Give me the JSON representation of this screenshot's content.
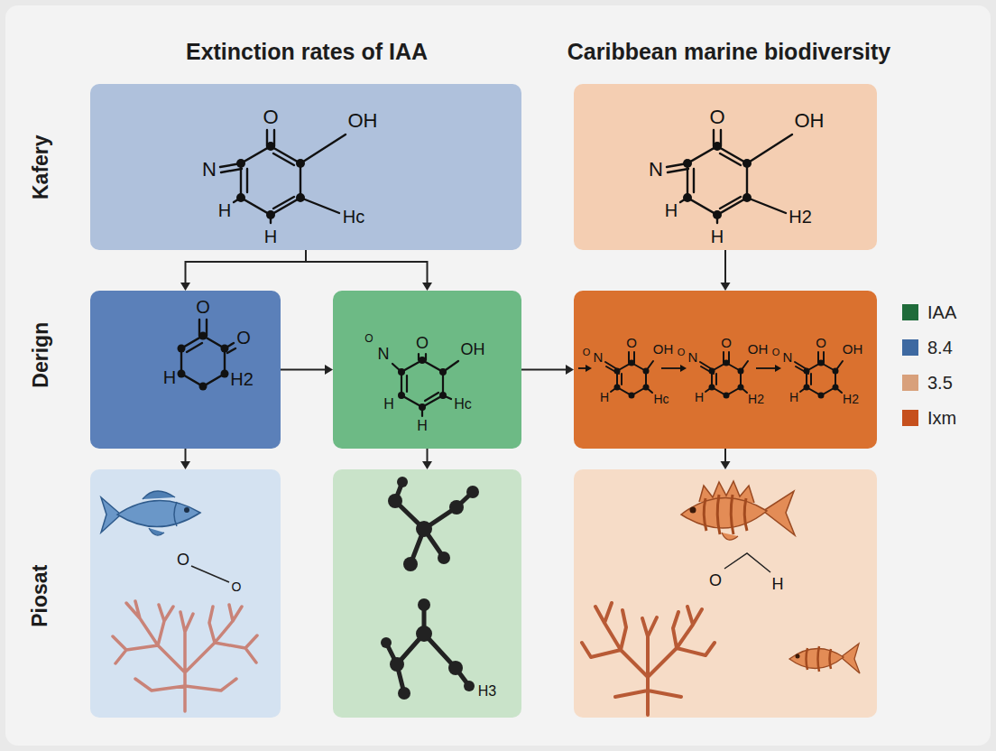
{
  "diagram": {
    "nodes": [
      {
        "text": [
          "O",
          "OH",
          "N",
          "H",
          "Hc",
          "H"
        ]
      },
      {
        "text": [
          "O",
          "OH",
          "N",
          "H",
          "H2",
          "H"
        ]
      },
      {
        "text": [
          "O",
          "O",
          "H",
          "H2"
        ]
      },
      {
        "text": [
          "O",
          "OH",
          "O",
          "N",
          "H",
          "Hc",
          "H"
        ]
      },
      {
        "text": [
          "O",
          "N",
          "O",
          "OH",
          "H",
          "Hc",
          "O",
          "N",
          "O",
          "OH",
          "H",
          "H2",
          "O",
          "N",
          "O",
          "OH",
          "H",
          "H2"
        ]
      },
      {
        "text": [
          "O",
          "O"
        ]
      },
      {
        "text": [
          "H3"
        ]
      },
      {
        "text": [
          "O",
          "H"
        ]
      }
    ],
    "edges": [
      {
        "from": 0,
        "to": 2,
        "arrow": "to"
      },
      {
        "from": 0,
        "to": 3,
        "arrow": "to"
      },
      {
        "from": 1,
        "to": 4,
        "arrow": "to"
      },
      {
        "from": 2,
        "to": 3,
        "arrow": "to"
      },
      {
        "from": 3,
        "to": 4,
        "arrow": "to"
      },
      {
        "from": 2,
        "to": 5,
        "arrow": "to"
      },
      {
        "from": 3,
        "to": 6,
        "arrow": "to"
      },
      {
        "from": 4,
        "to": 7,
        "arrow": "to"
      }
    ],
    "labels": [
      "Extinction rates of IAA",
      "Caribbean marine biodiversity",
      "Kafery",
      "Derign",
      "Piosat"
    ],
    "legend": [
      {
        "text": "IAA",
        "color": "#1f6b3a"
      },
      {
        "text": "8.4",
        "color": "#3e69a1"
      },
      {
        "text": "3.5",
        "color": "#d8a07b"
      },
      {
        "text": "Ixm",
        "color": "#c6501d"
      }
    ]
  }
}
